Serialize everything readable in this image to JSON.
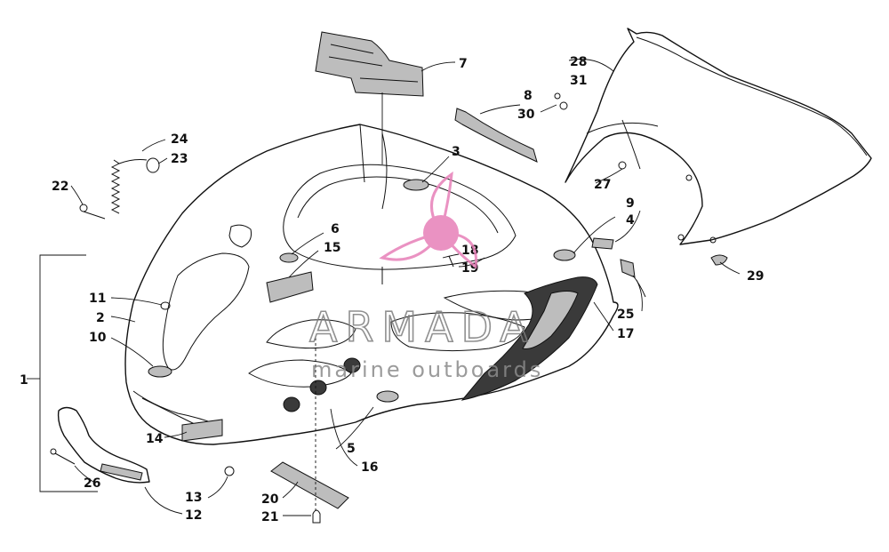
{
  "diagram": {
    "callouts": [
      {
        "id": "c1",
        "label": "1"
      },
      {
        "id": "c2",
        "label": "2"
      },
      {
        "id": "c3",
        "label": "3"
      },
      {
        "id": "c4",
        "label": "4"
      },
      {
        "id": "c5",
        "label": "5"
      },
      {
        "id": "c6",
        "label": "6"
      },
      {
        "id": "c7",
        "label": "7"
      },
      {
        "id": "c8",
        "label": "8"
      },
      {
        "id": "c9",
        "label": "9"
      },
      {
        "id": "c10",
        "label": "10"
      },
      {
        "id": "c11",
        "label": "11"
      },
      {
        "id": "c12",
        "label": "12"
      },
      {
        "id": "c13",
        "label": "13"
      },
      {
        "id": "c14",
        "label": "14"
      },
      {
        "id": "c15",
        "label": "15"
      },
      {
        "id": "c16",
        "label": "16"
      },
      {
        "id": "c17",
        "label": "17"
      },
      {
        "id": "c18",
        "label": "18"
      },
      {
        "id": "c19",
        "label": "19"
      },
      {
        "id": "c20",
        "label": "20"
      },
      {
        "id": "c21",
        "label": "21"
      },
      {
        "id": "c22",
        "label": "22"
      },
      {
        "id": "c23",
        "label": "23"
      },
      {
        "id": "c24",
        "label": "24"
      },
      {
        "id": "c25",
        "label": "25"
      },
      {
        "id": "c26",
        "label": "26"
      },
      {
        "id": "c27",
        "label": "27"
      },
      {
        "id": "c28",
        "label": "28"
      },
      {
        "id": "c29",
        "label": "29"
      },
      {
        "id": "c30",
        "label": "30"
      },
      {
        "id": "c31",
        "label": "31"
      }
    ]
  },
  "watermark": {
    "title": "ARMADA",
    "subtitle": "marine outboards",
    "logo_color": "#e77fb8"
  }
}
